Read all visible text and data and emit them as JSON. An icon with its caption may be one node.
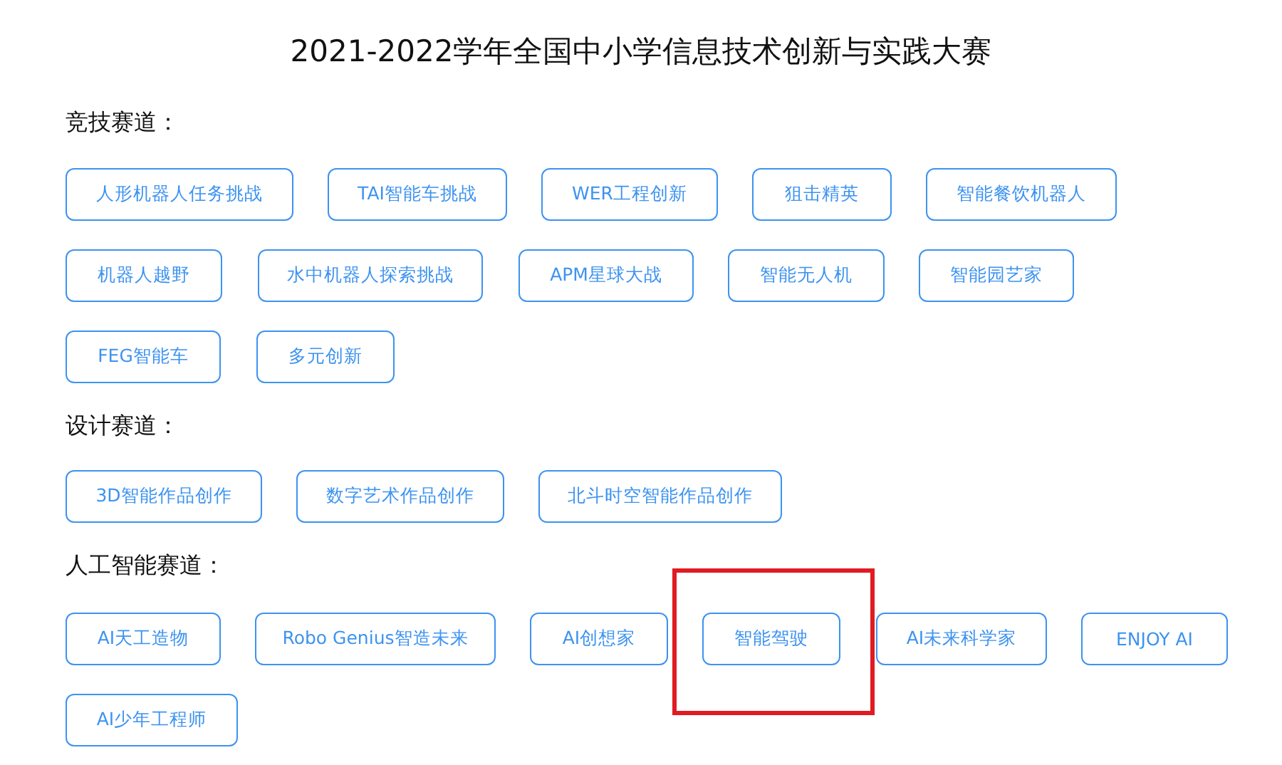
{
  "diagram": {
    "title": "2021-2022学年全国中小学信息技术创新与实践大赛",
    "nodes": [
      {
        "text": [
          "人形机器人任务挑战"
        ]
      },
      {
        "text": [
          "TAI智能车挑战"
        ]
      },
      {
        "text": [
          "WER工程创新"
        ]
      },
      {
        "text": [
          "狙击精英"
        ]
      },
      {
        "text": [
          "智能餐饮机器人"
        ]
      },
      {
        "text": [
          "机器人越野"
        ]
      },
      {
        "text": [
          "水中机器人探索挑战"
        ]
      },
      {
        "text": [
          "APM星球大战"
        ]
      },
      {
        "text": [
          "智能无人机"
        ]
      },
      {
        "text": [
          "智能园艺家"
        ]
      },
      {
        "text": [
          "FEG智能车"
        ]
      },
      {
        "text": [
          "多元创新"
        ]
      },
      {
        "text": [
          "3D智能作品创作"
        ]
      },
      {
        "text": [
          "数字艺术作品创作"
        ]
      },
      {
        "text": [
          "北斗时空智能作品创作"
        ]
      },
      {
        "text": [
          "AI天工造物"
        ]
      },
      {
        "text": [
          "Robo Genius智造未来"
        ]
      },
      {
        "text": [
          "AI创想家"
        ]
      },
      {
        "text": [],
        "shape": "box"
      },
      {
        "text": [
          "智能驾驶"
        ],
        "in": 18
      },
      {
        "text": [
          "AI未来科学家"
        ]
      },
      {
        "text": [
          "ENJOY AI"
        ]
      },
      {
        "text": [
          "AI少年工程师"
        ]
      }
    ],
    "labels": [
      "竞技赛道：",
      "设计赛道：",
      "人工智能赛道："
    ]
  }
}
